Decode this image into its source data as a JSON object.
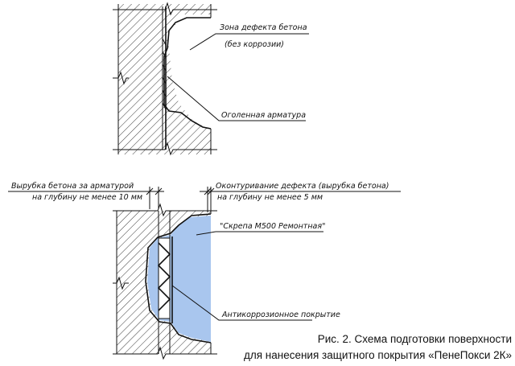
{
  "diagram": {
    "top": {
      "defect_zone_line1": "Зона дефекта бетона",
      "defect_zone_line2": "(без коррозии)",
      "exposed_rebar": "Оголенная арматура"
    },
    "bottom": {
      "cut_behind_line1": "Вырубка бетона за арматурой",
      "cut_behind_line2": "на глубину не менее 10 мм",
      "contour_line1": "Оконтуривание дефекта (вырубка бетона)",
      "contour_line2": "на глубину не менее 5 мм",
      "skrepa": "\"Скрепа М500 Ремонтная\"",
      "anticorrosion": "Антикоррозионное покрытие"
    },
    "caption_line1": "Рис. 2. Схема подготовки поверхности",
    "caption_line2": "для нанесения защитного покрытия «ПенеПокси 2К»"
  },
  "colors": {
    "repair_fill": "#a9c6ee",
    "hatch": "#222222"
  }
}
